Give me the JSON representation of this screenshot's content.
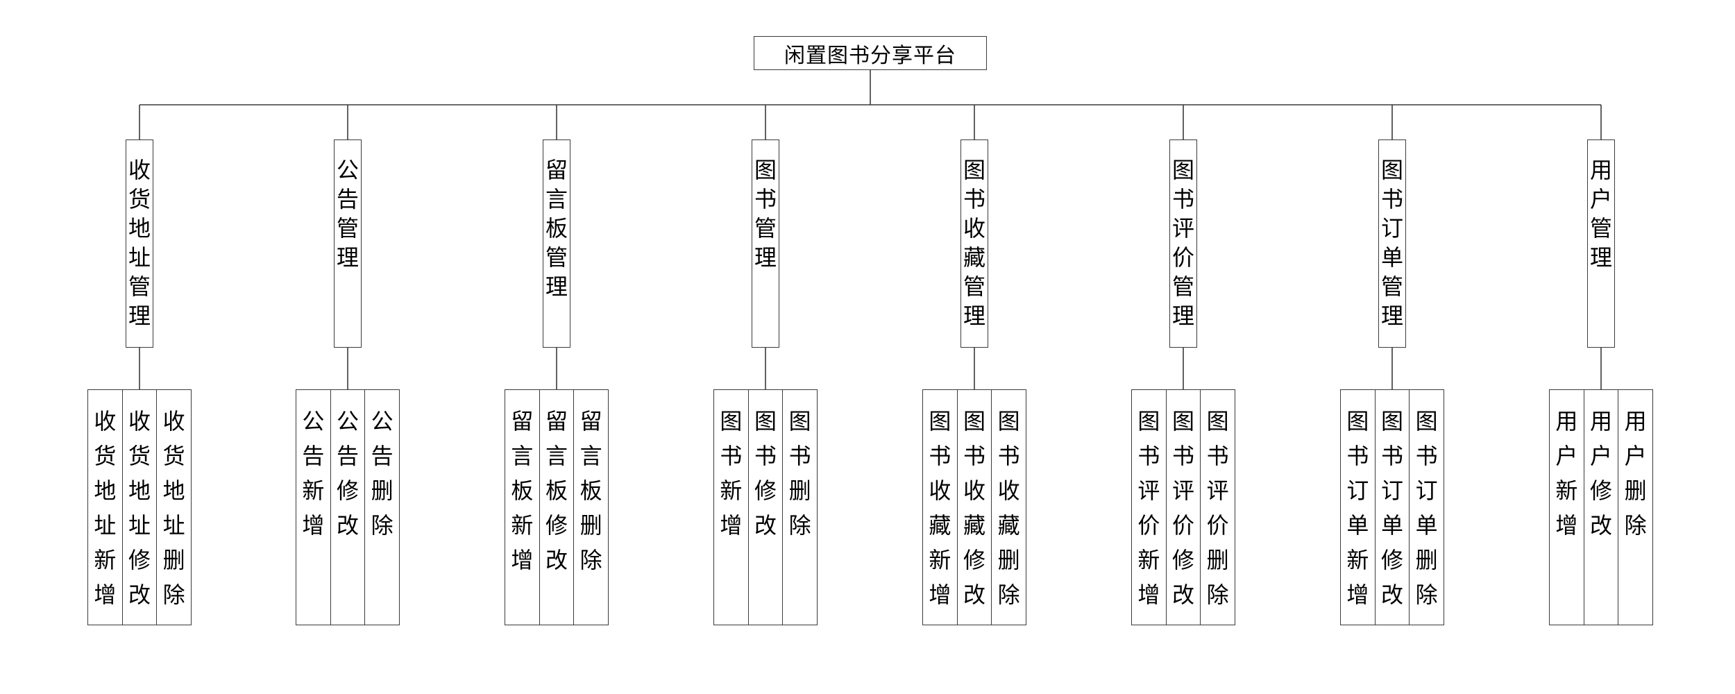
{
  "root": {
    "label": "闲置图书分享平台"
  },
  "modules": [
    {
      "label": "收货地址管理",
      "children": [
        "收货地址新增",
        "收货地址修改",
        "收货地址删除"
      ]
    },
    {
      "label": "公告管理",
      "children": [
        "公告新增",
        "公告修改",
        "公告删除"
      ]
    },
    {
      "label": "留言板管理",
      "children": [
        "留言板新增",
        "留言板修改",
        "留言板删除"
      ]
    },
    {
      "label": "图书管理",
      "children": [
        "图书新增",
        "图书修改",
        "图书删除"
      ]
    },
    {
      "label": "图书收藏管理",
      "children": [
        "图书收藏新增",
        "图书收藏修改",
        "图书收藏删除"
      ]
    },
    {
      "label": "图书评价管理",
      "children": [
        "图书评价新增",
        "图书评价修改",
        "图书评价删除"
      ]
    },
    {
      "label": "图书订单管理",
      "children": [
        "图书订单新增",
        "图书订单修改",
        "图书订单删除"
      ]
    },
    {
      "label": "用户管理",
      "children": [
        "用户新增",
        "用户修改",
        "用户删除"
      ]
    }
  ]
}
